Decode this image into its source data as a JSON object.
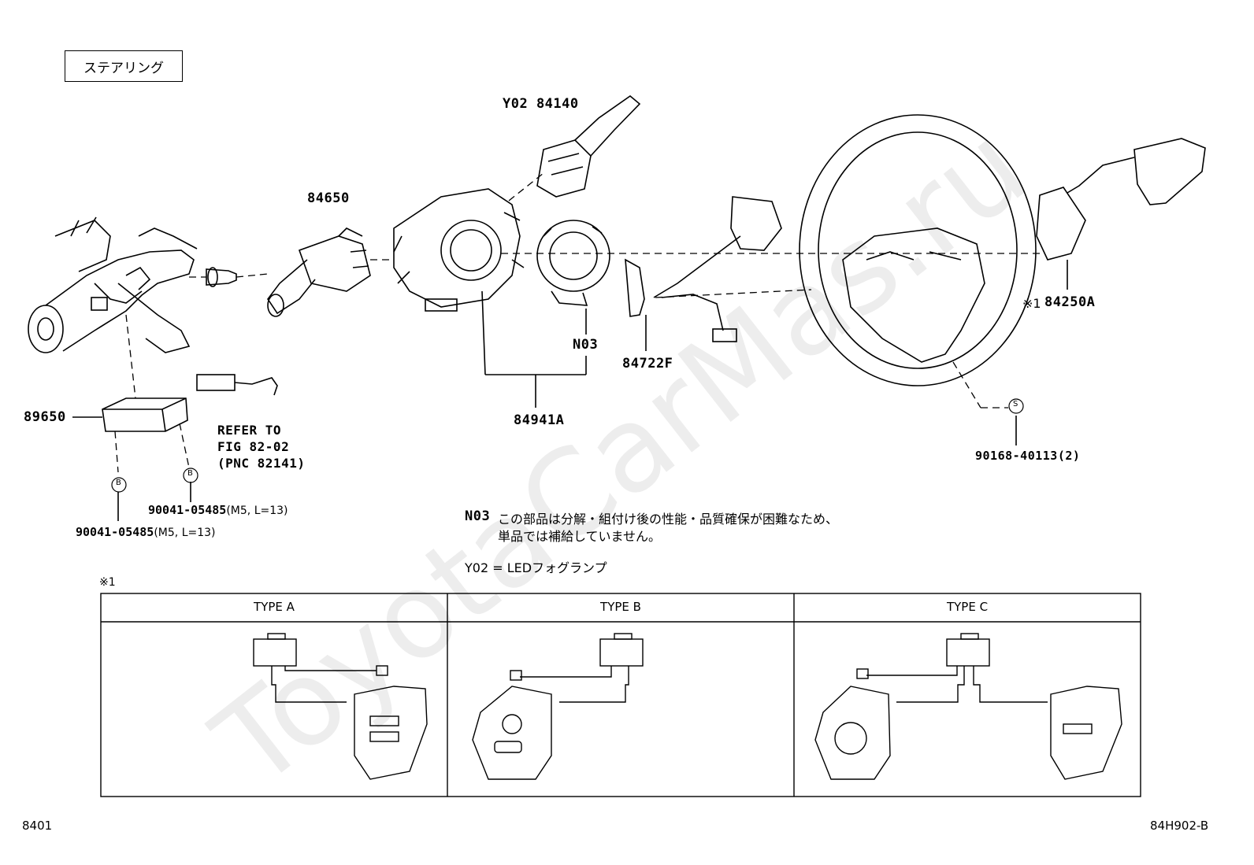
{
  "header": {
    "title": "ステアリング"
  },
  "parts": {
    "p84140": "Y02 84140",
    "p84650": "84650",
    "p84941A": "84941A",
    "pN03": "N03",
    "p84722F": "84722F",
    "p84250A_mark": "※1",
    "p84250A": "84250A",
    "p89650": "89650",
    "p90168": "90168-40113(2)",
    "p90041a": "90041-05485",
    "p90041a_spec": "(M5, L=13)",
    "p90041b": "90041-05485",
    "p90041b_spec": "(M5, L=13)",
    "s_marker": "S",
    "b_marker": "B"
  },
  "refer": {
    "line1": "REFER TO",
    "line2": "FIG 82-02",
    "line3": "(PNC 82141)"
  },
  "notes": {
    "n03_code": "N03",
    "n03_line1": "この部品は分解・組付け後の性能・品質確保が困難なため、",
    "n03_line2": "単品では補給していません。",
    "y02": "Y02 = LEDフォグランプ"
  },
  "types_table": {
    "mark": "※1",
    "headers": [
      "TYPE A",
      "TYPE B",
      "TYPE C"
    ]
  },
  "footer": {
    "left": "8401",
    "right": "84H902-B"
  },
  "watermark": "ToyotaCarMas.ru"
}
